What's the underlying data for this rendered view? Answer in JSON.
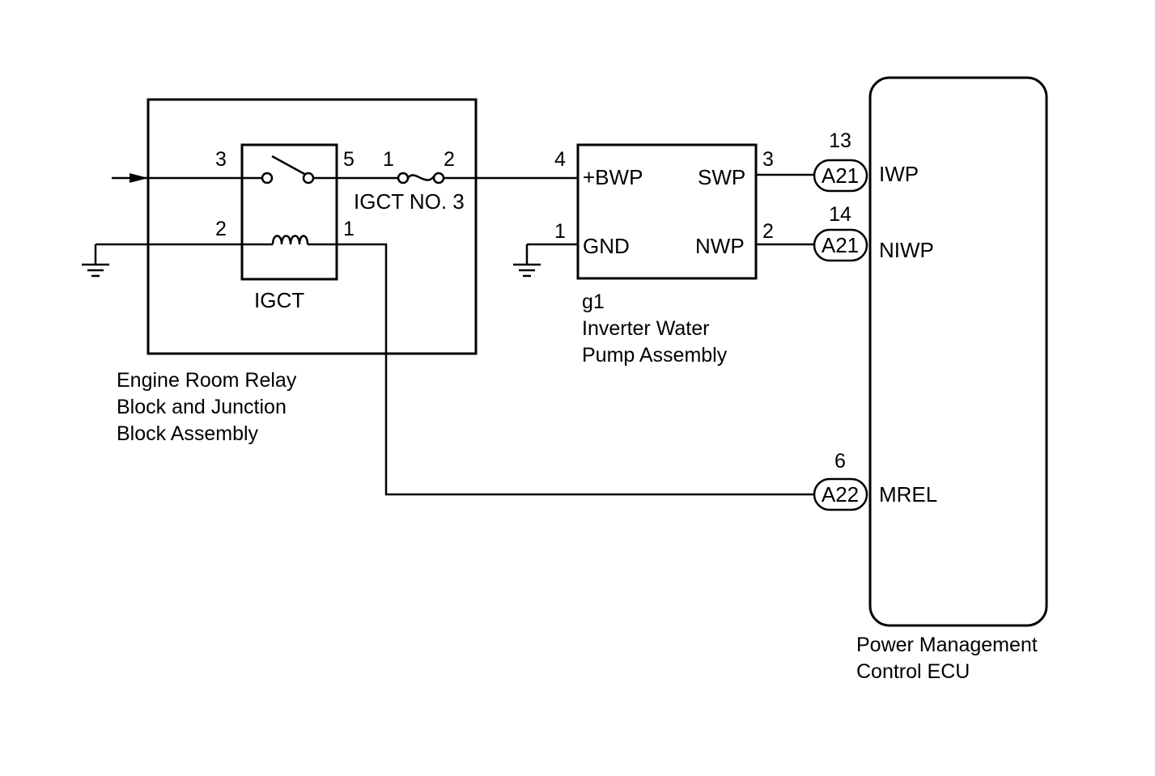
{
  "relay_block": {
    "caption_lines": [
      "Engine Room Relay",
      "Block and Junction",
      "Block Assembly"
    ],
    "relay_name": "IGCT",
    "fuse_name": "IGCT NO. 3",
    "pins": {
      "switch_in": "3",
      "switch_out": "5",
      "coil_in": "2",
      "coil_out": "1",
      "fuse_in": "1",
      "fuse_out": "2"
    }
  },
  "pump": {
    "caption_lines": [
      "g1",
      "Inverter Water",
      "Pump Assembly"
    ],
    "terminals": {
      "bwp": "+BWP",
      "gnd": "GND",
      "swp": "SWP",
      "nwp": "NWP"
    },
    "pins": {
      "bwp": "4",
      "gnd": "1",
      "swp": "3",
      "nwp": "2"
    }
  },
  "ecu": {
    "caption_lines": [
      "Power Management",
      "Control ECU"
    ],
    "connections": [
      {
        "pin": "13",
        "connector": "A21",
        "terminal": "IWP"
      },
      {
        "pin": "14",
        "connector": "A21",
        "terminal": "NIWP"
      },
      {
        "pin": "6",
        "connector": "A22",
        "terminal": "MREL"
      }
    ]
  }
}
